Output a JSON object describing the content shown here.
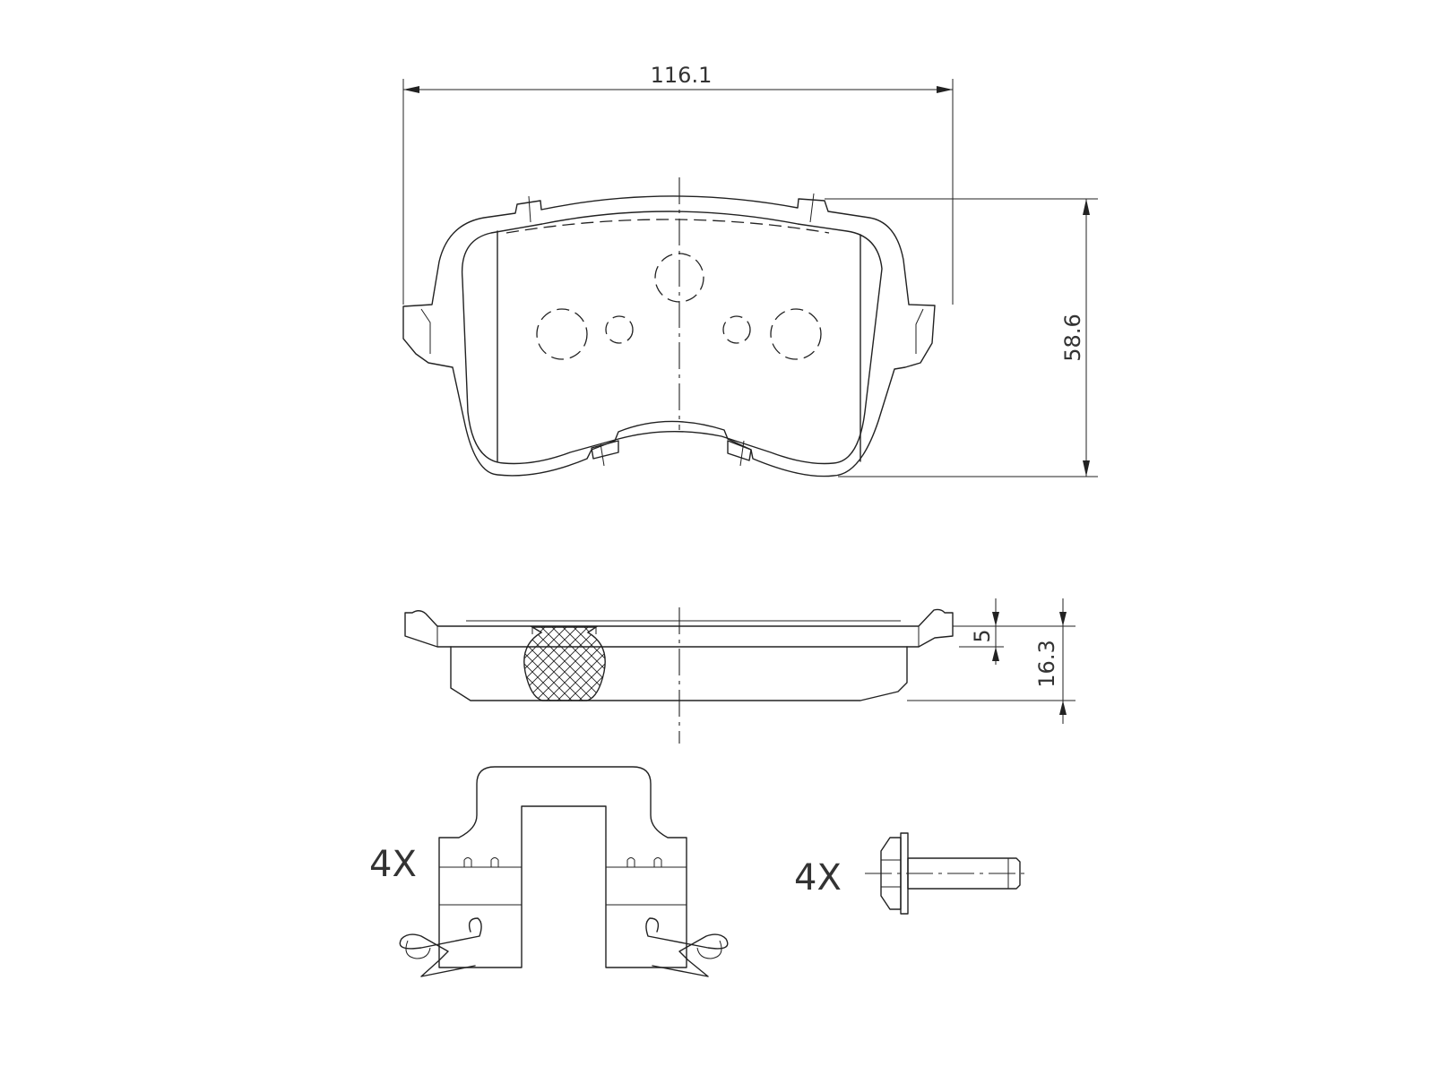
{
  "dimensions": {
    "width_label": "116.1",
    "height_label": "58.6",
    "backplate_label": "5",
    "total_thickness_label": "16.3"
  },
  "quantities": {
    "clip_qty": "4X",
    "bolt_qty": "4X"
  }
}
